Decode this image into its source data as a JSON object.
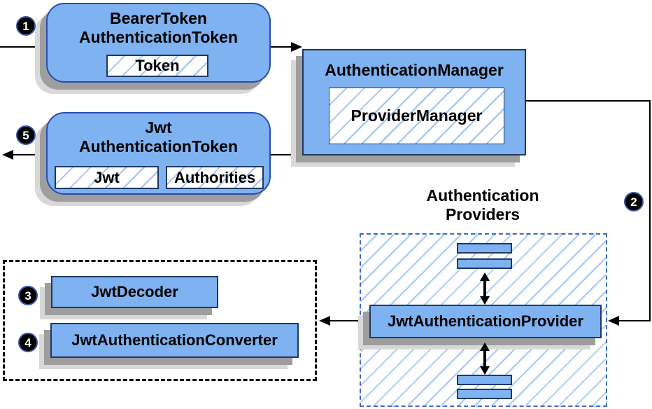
{
  "diagram": {
    "badges": {
      "step1": "1",
      "step2": "2",
      "step3": "3",
      "step4": "4",
      "step5": "5"
    },
    "bearer_token_box": {
      "title_line1": "BearerToken",
      "title_line2": "AuthenticationToken",
      "field_token": "Token"
    },
    "authentication_manager_box": {
      "title": "AuthenticationManager",
      "provider_manager": "ProviderManager"
    },
    "jwt_token_box": {
      "title_line1": "Jwt",
      "title_line2": "AuthenticationToken",
      "field_jwt": "Jwt",
      "field_authorities": "Authorities"
    },
    "providers_group": {
      "label_line1": "Authentication",
      "label_line2": "Providers",
      "provider_box": "JwtAuthenticationProvider"
    },
    "converter_group": {
      "decoder_box": "JwtDecoder",
      "converter_box": "JwtAuthenticationConverter"
    },
    "colors": {
      "box_fill": "#7EB2F0",
      "box_border_dark": "#1F3864",
      "rounded_border": "#2A4CB0",
      "hatch_line": "#9EC3EE",
      "dashed_border": "#3B6BC6",
      "dotted_border": "#000000",
      "shadow_dark": "#9E9E9E",
      "shadow_light": "#D8D8D8",
      "connector": "#000000",
      "badge_bg": "#000000",
      "badge_text": "#FFFFFF"
    }
  }
}
